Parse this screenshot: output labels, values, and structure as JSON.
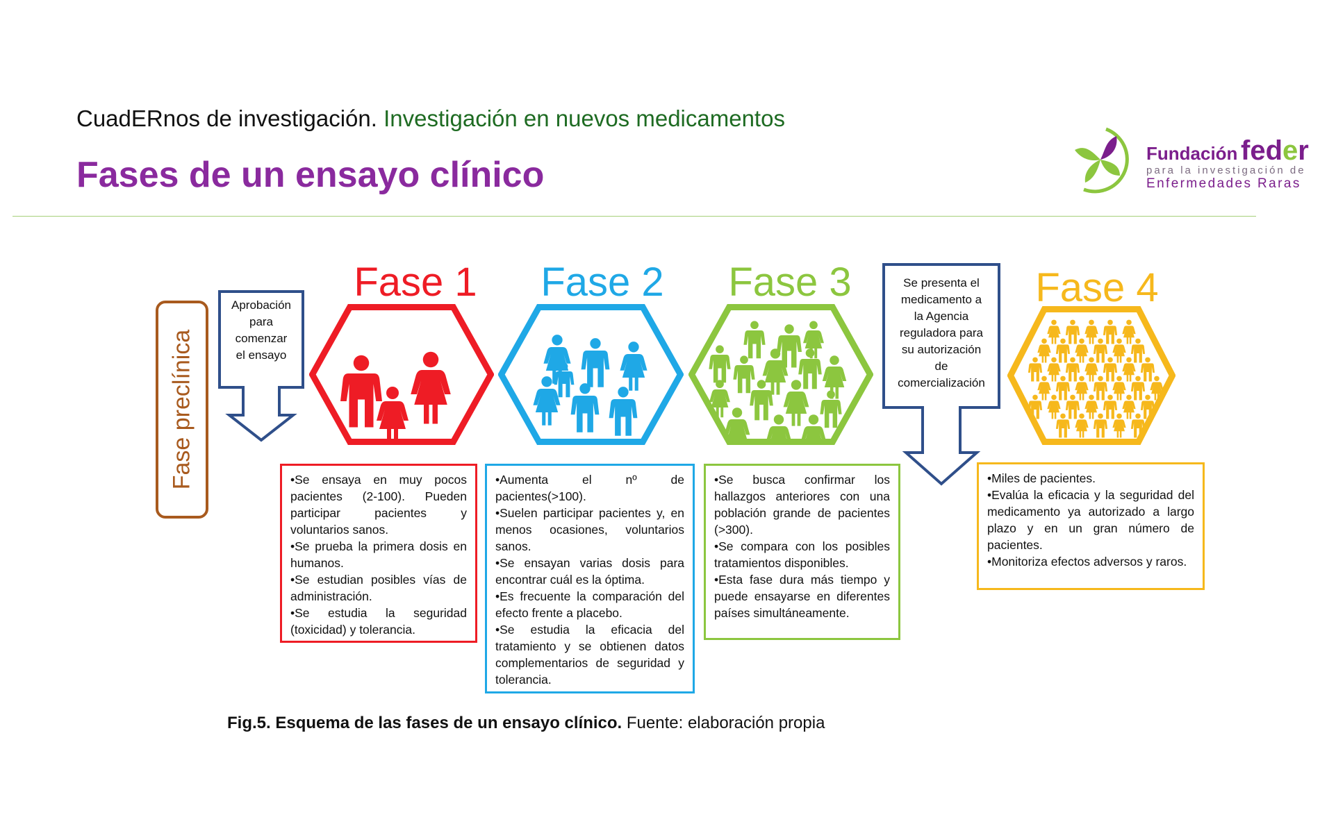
{
  "header": {
    "series": "CuadERnos de investigación.",
    "subject": "Investigación en nuevos medicamentos",
    "title": "Fases de un ensayo clínico"
  },
  "logo": {
    "name": "Fundación",
    "brand": "feder",
    "line1": "para la investigación de",
    "line2": "Enfermedades Raras"
  },
  "preclinical": {
    "label": "Fase preclínica",
    "color": "#a85a1e"
  },
  "approval": {
    "text": [
      "Aprobación",
      "para",
      "comenzar",
      "el ensayo"
    ]
  },
  "authorization": {
    "text": [
      "Se presenta el",
      "medicamento a",
      "la Agencia",
      "reguladora para",
      "su autorización",
      "de",
      "comercialización"
    ]
  },
  "phases": [
    {
      "title": "Fase 1",
      "color": "#ee1c25",
      "bullets": [
        "•Se ensaya en muy pocos pacientes (2-100). Pueden participar pacientes y voluntarios sanos.",
        "•Se prueba la primera dosis en humanos.",
        "•Se estudian posibles vías de administración.",
        "•Se estudia la seguridad (toxicidad) y tolerancia."
      ]
    },
    {
      "title": "Fase 2",
      "color": "#1fa8e6",
      "bullets": [
        "•Aumenta el nº de pacientes(>100).",
        "•Suelen participar pacientes y, en menos ocasiones, voluntarios sanos.",
        "•Se ensayan varias dosis para encontrar cuál es la óptima.",
        "•Es frecuente la comparación del efecto frente a placebo.",
        "•Se estudia la eficacia del tratamiento y se obtienen datos complementarios de seguridad y tolerancia."
      ]
    },
    {
      "title": "Fase 3",
      "color": "#8cc63f",
      "bullets": [
        "•Se busca confirmar los hallazgos anteriores con una población grande de pacientes (>300).",
        "•Se compara con los posibles tratamientos disponibles.",
        "•Esta fase dura más tiempo y puede ensayarse en diferentes países simultáneamente."
      ]
    },
    {
      "title": "Fase 4",
      "color": "#f6b81c",
      "bullets": [
        "•Miles de pacientes.",
        "•Evalúa la eficacia y la seguridad del medicamento ya autorizado a largo plazo y en un gran número de pacientes.",
        "•Monitoriza efectos adversos y raros."
      ]
    }
  ],
  "arrow_color": "#2f4f8a",
  "caption": {
    "bold": "Fig.5. Esquema de las fases de un ensayo clínico.",
    "source": " Fuente: elaboración propia"
  }
}
